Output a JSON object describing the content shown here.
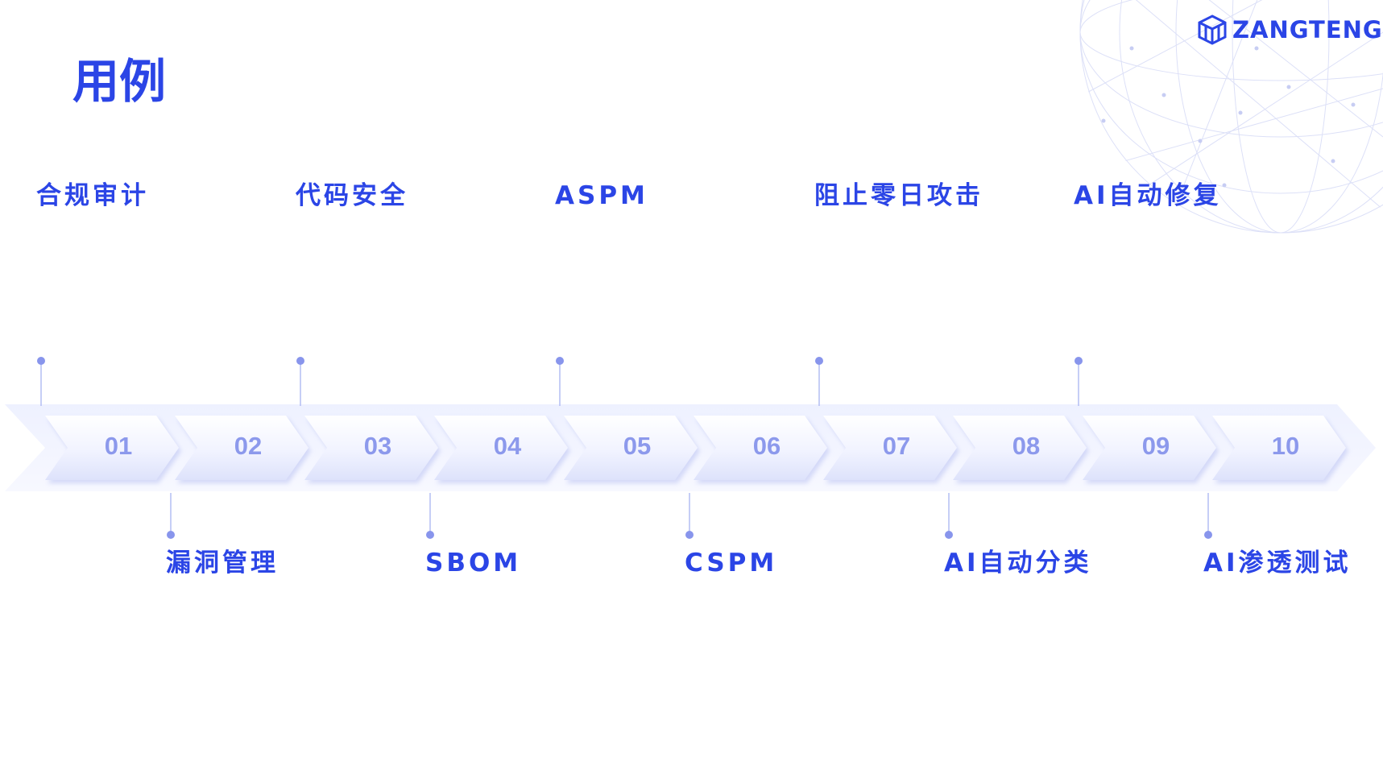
{
  "header": {
    "title": "用例",
    "logo_text": "ZANGTENG"
  },
  "colors": {
    "brand": "#2b45e6",
    "step_text": "#8c99ec",
    "connector": "#b3bdf2",
    "dot": "#8895ec",
    "arrow_light": "#f2f4ff",
    "arrow_dark": "#d6dcfb"
  },
  "steps": [
    {
      "num": "01",
      "label": "合规审计"
    },
    {
      "num": "02",
      "label": "漏洞管理"
    },
    {
      "num": "03",
      "label": "代码安全"
    },
    {
      "num": "04",
      "label": "SBOM"
    },
    {
      "num": "05",
      "label": "ASPM"
    },
    {
      "num": "06",
      "label": "CSPM"
    },
    {
      "num": "07",
      "label": "阻止零日攻击"
    },
    {
      "num": "08",
      "label": "AI自动分类"
    },
    {
      "num": "09",
      "label": "AI自动修复"
    },
    {
      "num": "10",
      "label": "AI渗透测试"
    }
  ]
}
